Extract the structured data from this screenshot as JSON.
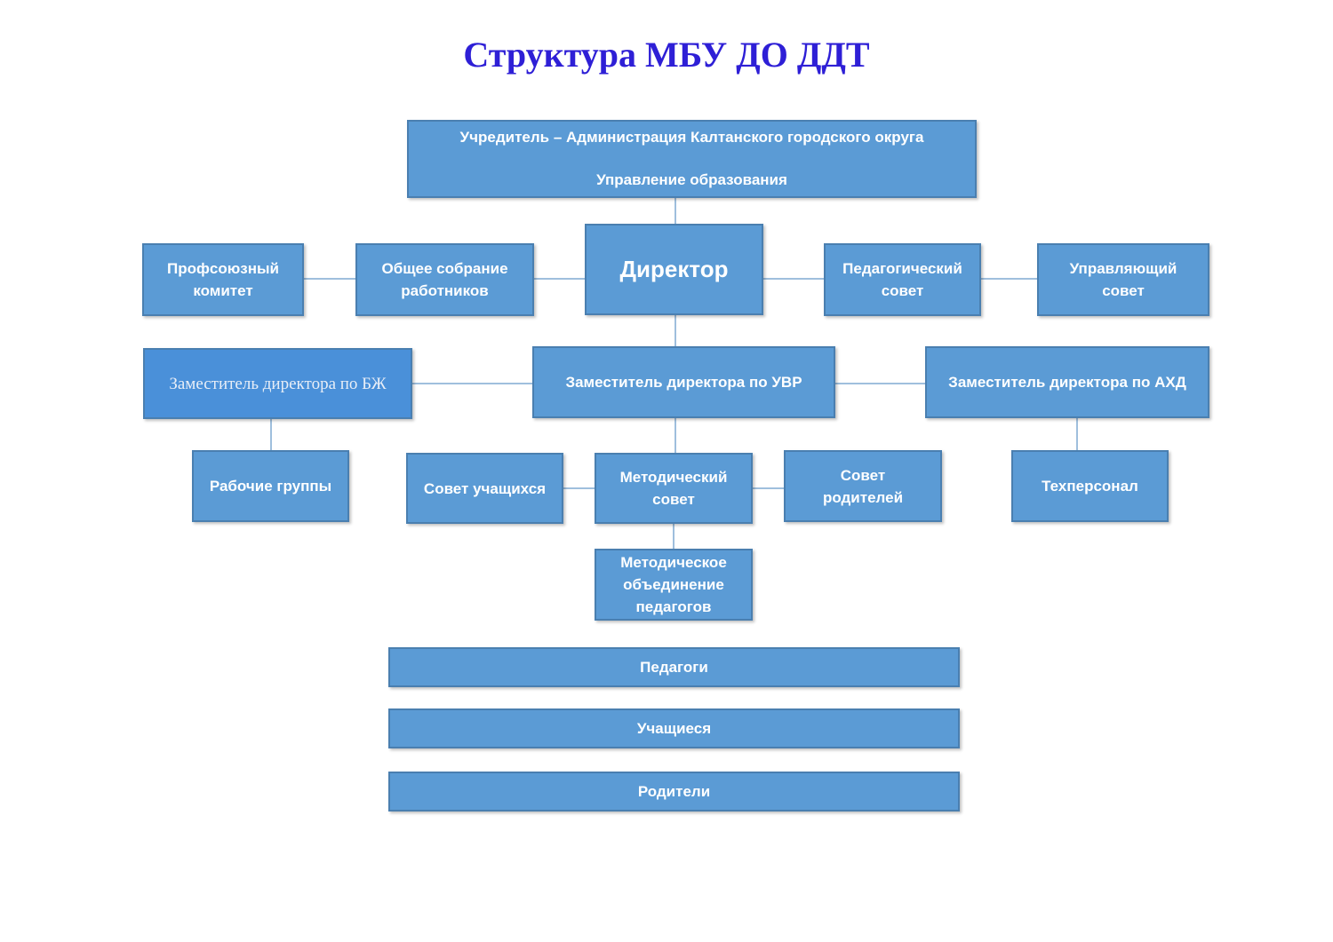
{
  "title": "Структура МБУ ДО ДДТ",
  "boxes": {
    "founder_line1": "Учредитель – Администрация Калтанского городского округа",
    "founder_line2": "Управление образования",
    "director": "Директор",
    "trade_union": "Профсоюзный\nкомитет",
    "general_meeting": "Общее собрание\nработников",
    "pedagogical_council": "Педагогический\nсовет",
    "governing_council": "Управляющий\nсовет",
    "deputy_safety": "Заместитель директора по БЖ",
    "deputy_education": "Заместитель директора по УВР",
    "deputy_admin": "Заместитель директора по АХД",
    "working_groups": "Рабочие группы",
    "student_council": "Совет учащихся",
    "methodical_council": "Методический\nсовет",
    "parent_council": "Совет\nродителей",
    "tech_staff": "Техперсонал",
    "methodical_union": "Методическое\nобъединение\nпедагогов",
    "teachers": "Педагоги",
    "students": "Учащиеся",
    "parents": "Родители"
  },
  "colors": {
    "box_fill": "#5b9bd5",
    "box_border": "#4a7fb0",
    "title": "#2e1fd6",
    "line": "#9fbfdd"
  }
}
